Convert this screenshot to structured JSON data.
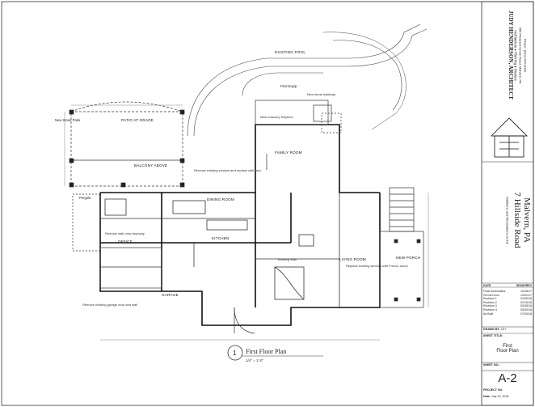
{
  "plan": {
    "title": "First Floor Plan",
    "scale": "1/4\" = 1'-0\"",
    "detail_number": "1",
    "rooms": {
      "patio": "PATIO AT GRADE",
      "balcony": "BALCONY ABOVE",
      "existing_pool": "EXISTING POOL",
      "pool_equip": "Pool Equip.",
      "dining_room": "DINING ROOM",
      "family_room": "FAMILY ROOM",
      "kitchen": "KITCHEN",
      "living_room": "LIVING ROOM",
      "office": "OFFICE",
      "garage": "GARAGE",
      "new_porch": "NEW PORCH",
      "pergola": "Pergola"
    },
    "notes": {
      "demo_note": "Remove existing window and replace with new",
      "porch_note": "Replace existing window with French doors",
      "fireplace": "New masonry fireplace",
      "existing_stair": "Existing Stair",
      "new_pendant": "New stone walkway",
      "garage_note": "Remove existing garage door and wall",
      "office_note": "Remove wall, new doorway",
      "patio_note": "New Stone Patio"
    }
  },
  "title_block": {
    "firm_name": "JUDY HENDERSON, ARCHITECT",
    "firm_sub": "Architecture ♦ Planning ♦ Interiors",
    "firm_address": "456 Pleasant Grove Road, Malvern, PA",
    "firm_phone": "Phone: (610) 000-0000",
    "project_label": "Additions and Renovations to the",
    "project_address_line1": "7 Hillside Road",
    "project_address_line2": "Malvern, PA",
    "date_col": "DATE",
    "issue_col": "ISSUE/REV",
    "revisions": [
      {
        "label": "Final Schematics",
        "date": "10/18/17"
      },
      {
        "label": "Permit Docs",
        "date": "12/01/17"
      },
      {
        "label": "Revision 1",
        "date": "01/09/18"
      },
      {
        "label": "Revision 2",
        "date": "02/16/18"
      },
      {
        "label": "Revision 3",
        "date": "03/28/18"
      },
      {
        "label": "Revision 4",
        "date": "05/30/18"
      },
      {
        "label": "As Built",
        "date": "07/20/18"
      }
    ],
    "drawn_by_label": "DRAWN BY:",
    "drawn_by": "JJH",
    "sheet_title_label": "SHEET TITLE:",
    "sheet_title_line1": "First",
    "sheet_title_line2": "Floor Plan",
    "sheet_no_label": "SHEET NO.:",
    "sheet_no": "A-2",
    "project_no_label": "PROJECT NO.",
    "date_label": "Date:",
    "date": "July 10, 2018"
  }
}
